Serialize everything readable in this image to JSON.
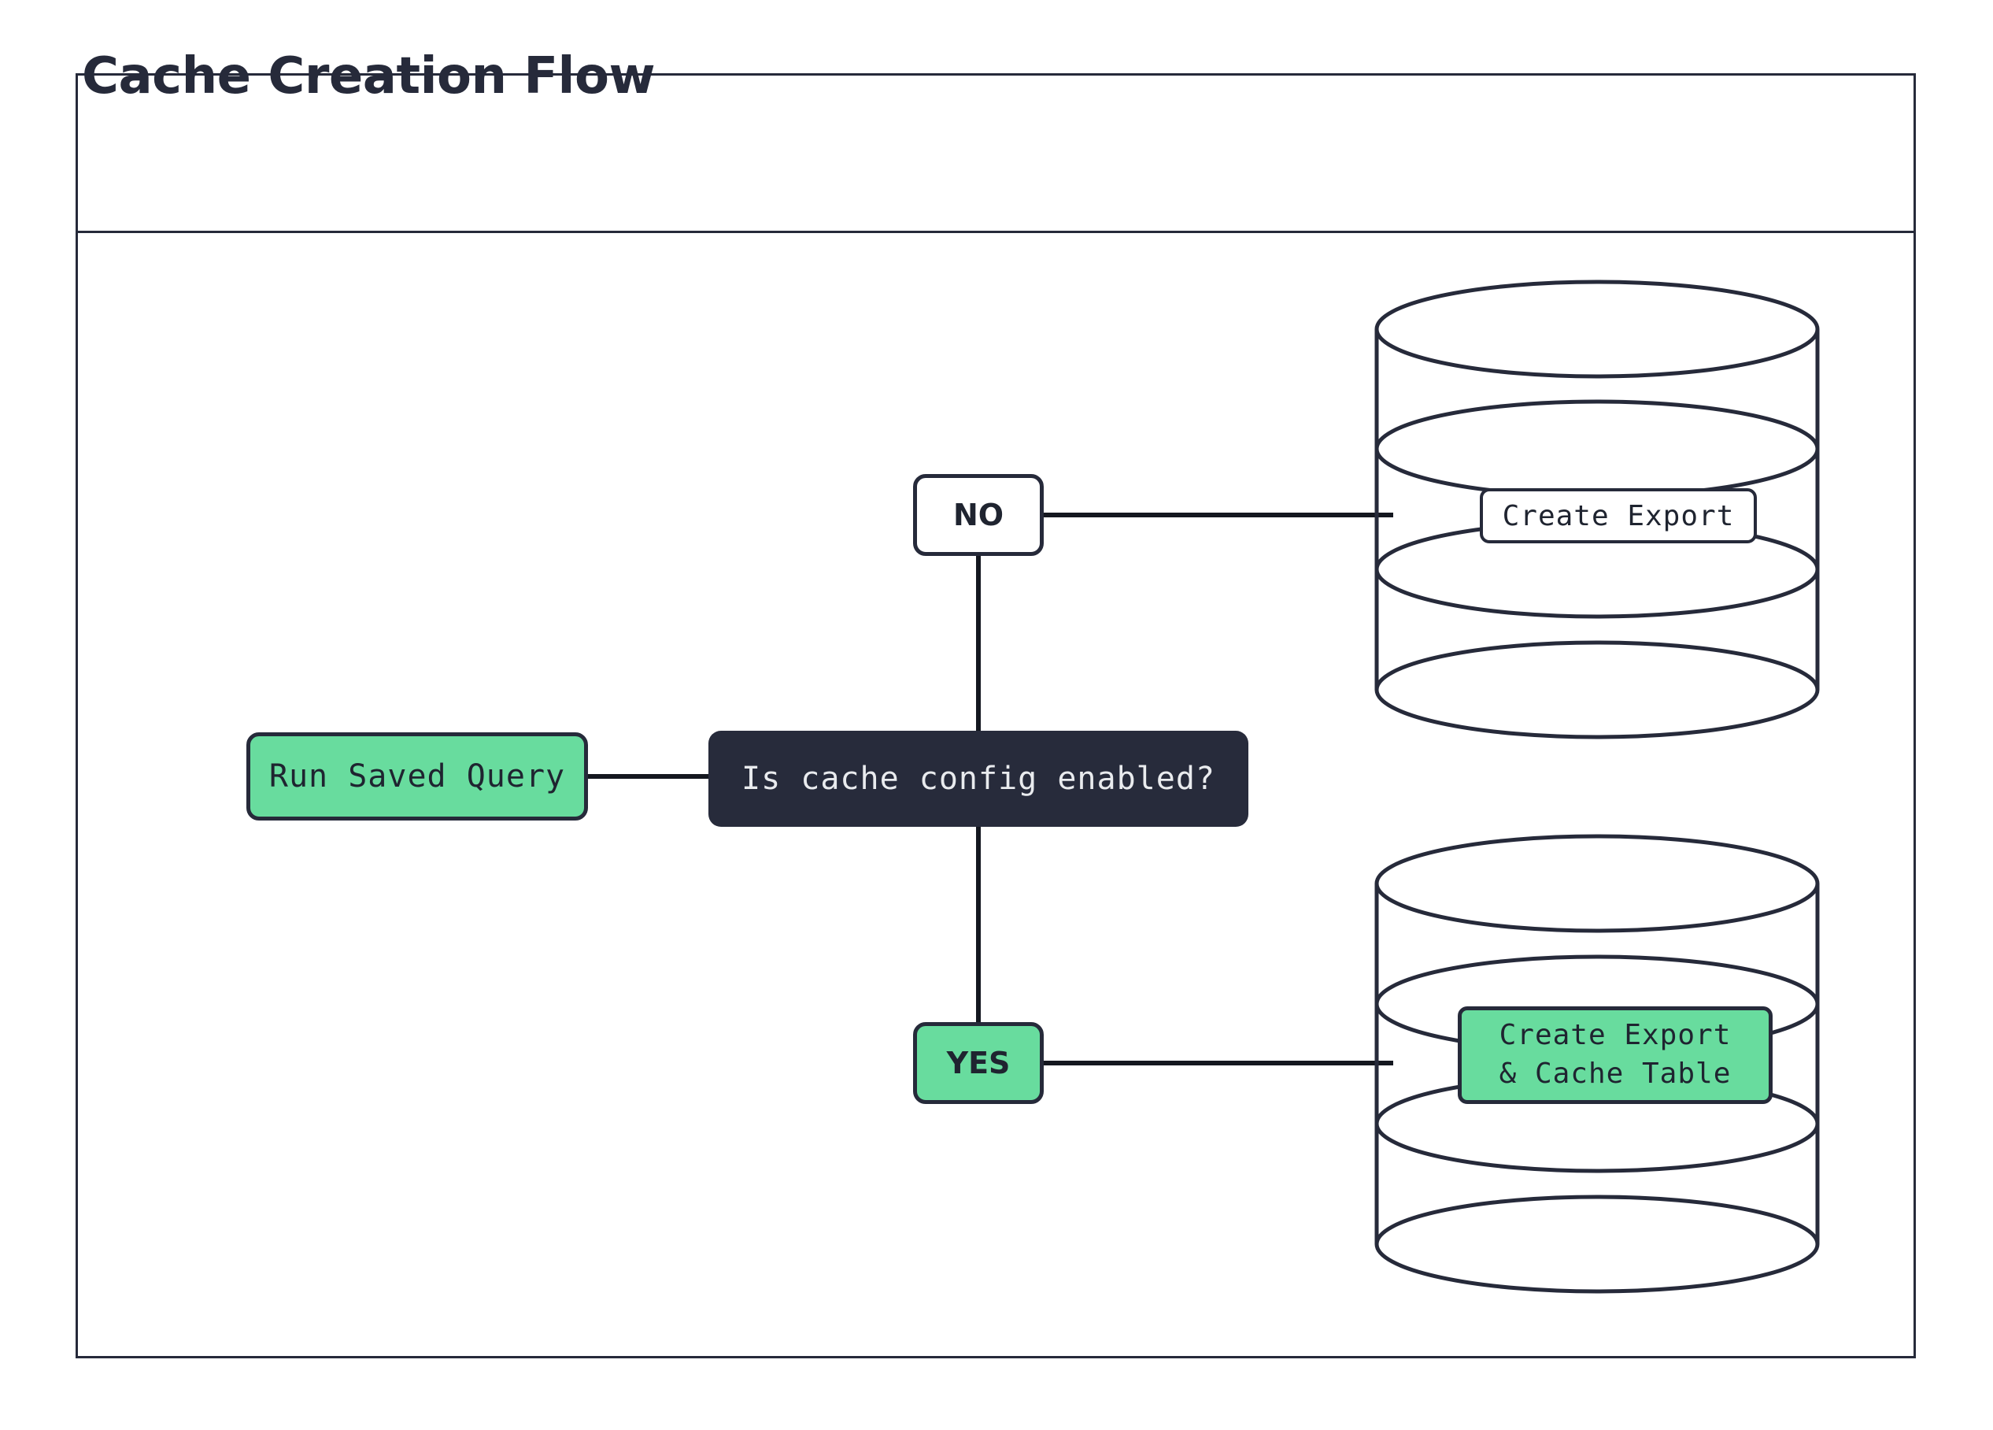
{
  "diagram": {
    "title": "Cache Creation Flow",
    "frame_border_color": "#262A3A",
    "background_color": "#ffffff"
  },
  "palette": {
    "dark": "#262A3A",
    "dark_node_fill": "#272B3B",
    "dark_node_text": "#E9EBEE",
    "green": "#68DC9E",
    "white": "#ffffff",
    "line": "#14171F"
  },
  "nodes": {
    "run_saved_query": {
      "label": "Run Saved Query",
      "shape": "rounded-rect",
      "fill": "#68DC9E",
      "text_color": "#1F2430"
    },
    "decision": {
      "label": "Is cache config enabled?",
      "shape": "rounded-rect",
      "fill": "#272B3B",
      "text_color": "#E9EBEE"
    },
    "branch_no": {
      "label": "NO",
      "shape": "rounded-rect",
      "fill": "#ffffff",
      "text_color": "#1F2430"
    },
    "branch_yes": {
      "label": "YES",
      "shape": "rounded-rect",
      "fill": "#68DC9E",
      "text_color": "#1F2430"
    },
    "create_export": {
      "label": "Create Export",
      "shape": "rounded-rect",
      "fill": "#ffffff",
      "text_color": "#1F2430",
      "container": "database-cylinder"
    },
    "create_export_cache_table": {
      "label": "Create Export\n& Cache Table",
      "shape": "rounded-rect",
      "fill": "#68DC9E",
      "text_color": "#1F2430",
      "container": "database-cylinder"
    }
  },
  "containers": {
    "database_top": {
      "name": "database-cylinder-top",
      "disc_count": 4
    },
    "database_bottom": {
      "name": "database-cylinder-bottom",
      "disc_count": 4
    }
  },
  "edges": [
    {
      "from": "run_saved_query",
      "to": "decision",
      "label": ""
    },
    {
      "from": "decision",
      "to": "branch_no",
      "label": "NO"
    },
    {
      "from": "decision",
      "to": "branch_yes",
      "label": "YES"
    },
    {
      "from": "branch_no",
      "to": "create_export",
      "label": ""
    },
    {
      "from": "branch_yes",
      "to": "create_export_cache_table",
      "label": ""
    }
  ]
}
